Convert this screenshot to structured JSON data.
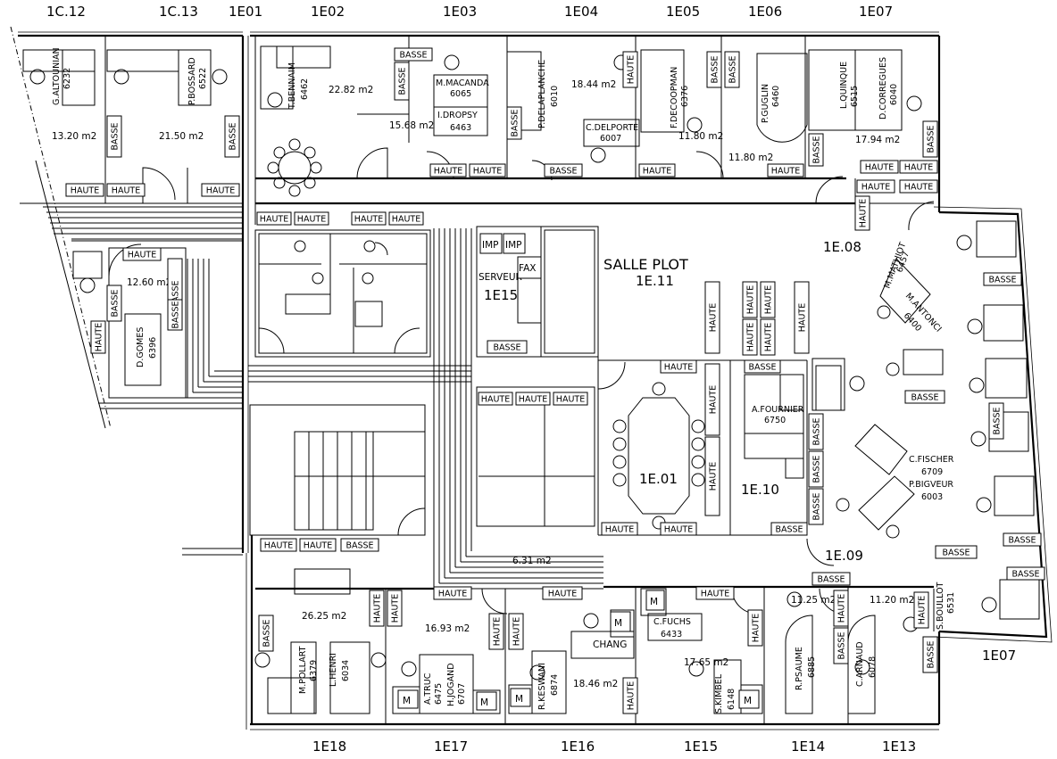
{
  "room_codes_top": [
    "1C.12",
    "1C.13",
    "1E01",
    "1E02",
    "1E03",
    "1E04",
    "1E05",
    "1E06",
    "1E07"
  ],
  "room_codes_bottom": [
    "1E18",
    "1E17",
    "1E16",
    "1E15",
    "1E14",
    "1E13"
  ],
  "room_labels": {
    "r1E08": "1E.08",
    "r1E09": "1E.09",
    "r1E10": "1E.10",
    "r1E01": "1E.01",
    "r1E11": "1E.11",
    "r1E15c": "1E15",
    "r1E07e": "1E07",
    "salle_plot": "SALLE PLOT",
    "serveur": "SERVEUR",
    "imp": "IMP",
    "fax": "FAX",
    "chang": "CHANG",
    "m": "M"
  },
  "areas": [
    "13.20 m2",
    "21.50 m2",
    "22.82 m2",
    "15.68 m2",
    "18.44 m2",
    "11.80 m2",
    "11.80 m2",
    "17.94 m2",
    "12.60 m2",
    "26.25 m2",
    "16.93 m2",
    "18.46 m2",
    "17.65 m2",
    "11.25 m2",
    "11.20 m2",
    "6.31 m2"
  ],
  "occupants": [
    {
      "name": "G.ALTOUNIAN",
      "ext": "6232"
    },
    {
      "name": "P.BOSSARD",
      "ext": "6522"
    },
    {
      "name": "T.BENNAIM",
      "ext": "6462"
    },
    {
      "name": "M.MACANDA",
      "ext": "6065"
    },
    {
      "name": "I.DROPSY",
      "ext": "6463"
    },
    {
      "name": "P.DELAPLANCHE",
      "ext": "6010"
    },
    {
      "name": "C.DELPORTE",
      "ext": "6007"
    },
    {
      "name": "F.DECOOPMAN",
      "ext": "6376"
    },
    {
      "name": "P.GUGLIN",
      "ext": "6460"
    },
    {
      "name": "L.QUINQUE",
      "ext": "6515"
    },
    {
      "name": "D.CORREGUES",
      "ext": "6040"
    },
    {
      "name": "D.GOMES",
      "ext": "6396"
    },
    {
      "name": "M.MATHIOT",
      "ext": "6457"
    },
    {
      "name": "M.ANTONCI",
      "ext": "6400"
    },
    {
      "name": "A.FOURNIER",
      "ext": "6750"
    },
    {
      "name": "C.FISCHER",
      "ext": "6709"
    },
    {
      "name": "P.BIGVEUR",
      "ext": "6003"
    },
    {
      "name": "S.BOULLOT",
      "ext": "6531"
    },
    {
      "name": "M.POLLART",
      "ext": "6379"
    },
    {
      "name": "L.HENRI",
      "ext": "6034"
    },
    {
      "name": "A.TRUC",
      "ext": "6475"
    },
    {
      "name": "H.JOGAND",
      "ext": "6707"
    },
    {
      "name": "R.KESWANI",
      "ext": "6874"
    },
    {
      "name": "C.FUCHS",
      "ext": "6433"
    },
    {
      "name": "S.KIMBEL",
      "ext": "6148"
    },
    {
      "name": "R.PSAUME",
      "ext": "6885"
    },
    {
      "name": "C.ARNAUD",
      "ext": "6078"
    }
  ],
  "cabinet_labels": {
    "high": "HAUTE",
    "low": "BASSE"
  }
}
